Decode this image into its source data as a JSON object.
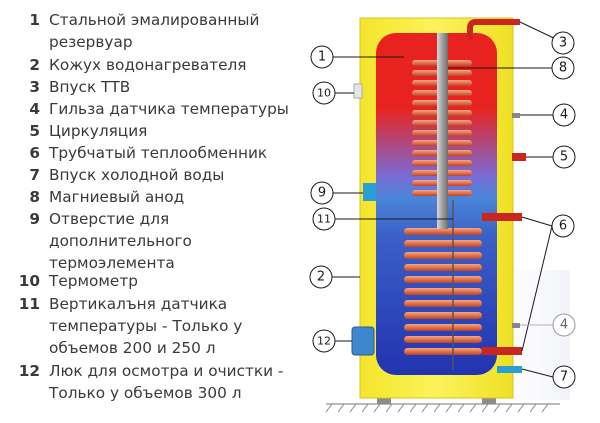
{
  "legend": [
    {
      "num": "1",
      "lines": [
        "Стальной эмалированный",
        "резервуар"
      ]
    },
    {
      "num": "2",
      "lines": [
        "Кожух водонагревателя"
      ]
    },
    {
      "num": "3",
      "lines": [
        "Впуск ТТВ"
      ]
    },
    {
      "num": "4",
      "lines": [
        "Гильза датчика температуры"
      ]
    },
    {
      "num": "5",
      "lines": [
        "Циркуляция"
      ]
    },
    {
      "num": "6",
      "lines": [
        "Трубчатый теплообменник"
      ]
    },
    {
      "num": "7",
      "lines": [
        "Впуск холодной воды"
      ]
    },
    {
      "num": "8",
      "lines": [
        "Магниевый анод"
      ]
    },
    {
      "num": "9",
      "lines": [
        "Отверстие для",
        "дополнительного",
        "термоэлемента"
      ]
    },
    {
      "num": "10",
      "lines": [
        "Термометр"
      ]
    },
    {
      "num": "11",
      "lines": [
        "Вертикалъня датчика",
        "температуры - Только у",
        "объемов 200 и 250 л"
      ]
    },
    {
      "num": "12",
      "lines": [
        "Люк для осмотра и очистки -",
        "Только у объемов 300 л"
      ]
    }
  ],
  "callouts": {
    "c1": "1",
    "c2": "2",
    "c3": "3",
    "c4a": "4",
    "c4b": "4",
    "c5": "5",
    "c6": "6",
    "c7": "7",
    "c8": "8",
    "c9": "9",
    "c10": "10",
    "c11": "11",
    "c12": "12"
  },
  "colors": {
    "casing": "#f7ec3a",
    "hot": "#e8231f",
    "cold": "#2233b0",
    "coil": "#e87a55",
    "pipe": "#c8261f",
    "anode": "#9a9a9a",
    "text": "#3a3a3a"
  }
}
